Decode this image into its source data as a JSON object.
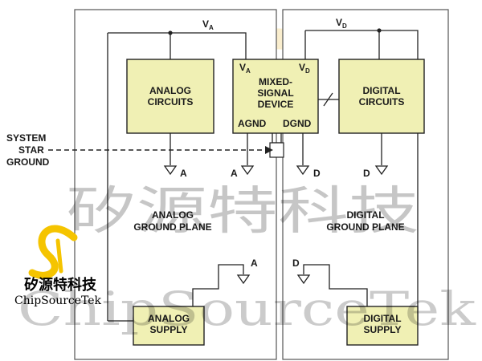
{
  "voltages": {
    "va": "V",
    "va_sub": "A",
    "vd": "V",
    "vd_sub": "D"
  },
  "analog_circuits": {
    "line1": "ANALOG",
    "line2": "CIRCUITS"
  },
  "mixed_signal_device": {
    "va": "V",
    "va_sub": "A",
    "vd": "V",
    "vd_sub": "D",
    "line1": "MIXED-",
    "line2": "SIGNAL",
    "line3": "DEVICE",
    "agnd": "AGND",
    "dgnd": "DGND"
  },
  "digital_circuits": {
    "line1": "DIGITAL",
    "line2": "CIRCUITS"
  },
  "system_star_ground": {
    "line1": "SYSTEM",
    "line2": "STAR",
    "line3": "GROUND"
  },
  "ground_labels": {
    "analog": "A",
    "digital": "D"
  },
  "analog_ground_plane": {
    "line1": "ANALOG",
    "line2": "GROUND PLANE"
  },
  "digital_ground_plane": {
    "line1": "DIGITAL",
    "line2": "GROUND PLANE"
  },
  "analog_supply": {
    "line1": "ANALOG",
    "line2": "SUPPLY"
  },
  "digital_supply": {
    "line1": "DIGITAL",
    "line2": "SUPPLY"
  },
  "watermark": {
    "chinese": "矽源特科技",
    "english": "ChipSourceTek"
  },
  "logo": {
    "chinese": "矽源特科技",
    "english": "ChipSourceTek"
  },
  "colors": {
    "block_fill": "#f0f0b4",
    "logo_yellow": "#f5c400",
    "watermark_orange": "#f3cf74"
  }
}
